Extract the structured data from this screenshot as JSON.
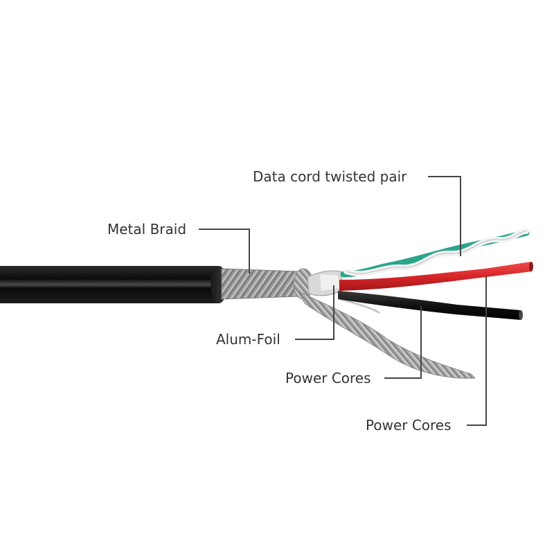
{
  "labels": {
    "data_cord": "Data cord twisted pair",
    "metal_braid": "Metal Braid",
    "alum_foil": "Alum-Foil",
    "power_cores_1": "Power Cores",
    "power_cores_2": "Power Cores"
  },
  "colors": {
    "jacket": "#141414",
    "braid": "#a9a9a9",
    "foil": "#d4d4d4",
    "green_wire": "#2aa58a",
    "white_wire": "#f2f2f2",
    "red_wire": "#d8262a",
    "black_wire": "#111111",
    "leader_line": "#444444",
    "text": "#333333"
  }
}
